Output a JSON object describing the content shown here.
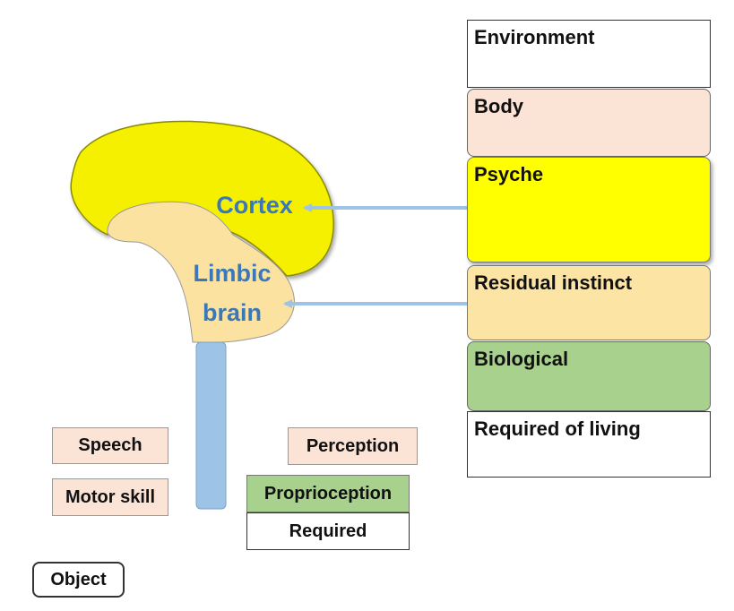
{
  "brain": {
    "cortex_label": "Cortex",
    "limbic_label_line1": "Limbic",
    "limbic_label_line2": "brain"
  },
  "layers": {
    "environment": "Environment",
    "body": "Body",
    "psyche": "Psyche",
    "residual_instinct": "Residual instinct",
    "biological": "Biological",
    "required_of_living": "Required of living"
  },
  "tags": {
    "speech": "Speech",
    "motor_skill": "Motor skill",
    "perception": "Perception",
    "proprioception": "Proprioception",
    "required": "Required",
    "object": "Object"
  },
  "colors": {
    "cortex": "#f4f000",
    "limbic": "#fbe2a0",
    "spinal_cord": "#9dc3e6",
    "arrow": "#9dc3e6",
    "label_blue": "#3b78b8",
    "body_peach": "#fbe3d6",
    "psyche_yellow": "#ffff00",
    "instinct_tan": "#fce4a4",
    "biological_green": "#a9d18e"
  }
}
